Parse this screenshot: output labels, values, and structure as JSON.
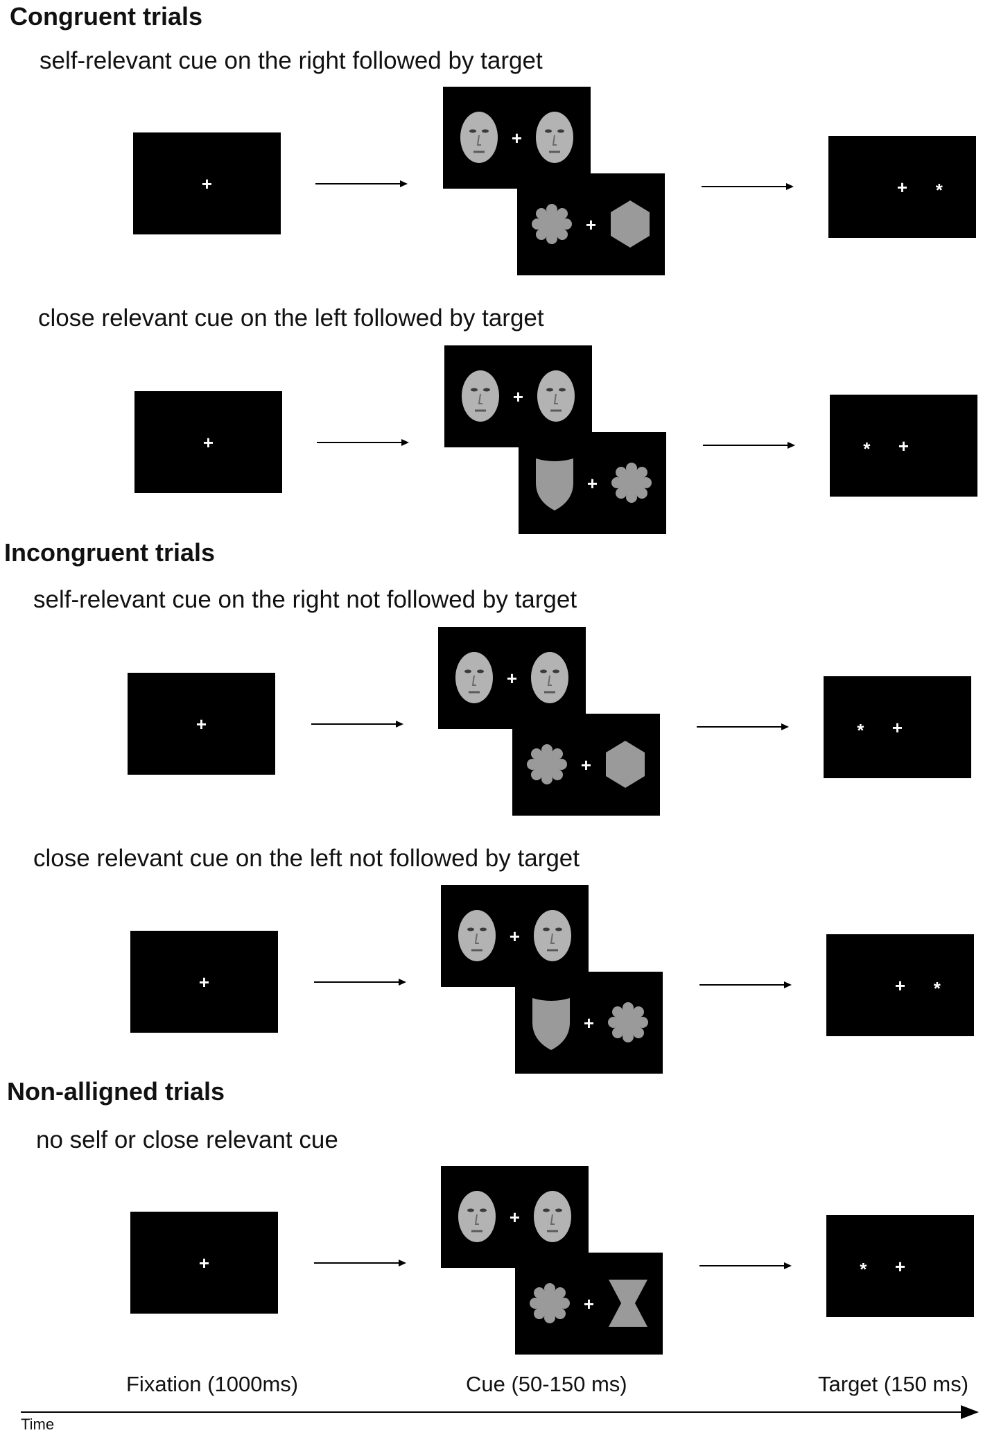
{
  "sections": [
    {
      "heading": "Congruent trials",
      "rows": [
        {
          "subtitle": "self-relevant cue on the right followed by target",
          "shapes": [
            "flower",
            "hexagon"
          ],
          "target": "right"
        },
        {
          "subtitle": "close relevant cue on the left followed by target",
          "shapes": [
            "shield",
            "flower"
          ],
          "target": "left"
        }
      ]
    },
    {
      "heading": "Incongruent trials",
      "rows": [
        {
          "subtitle": "self-relevant cue on the right not followed by target",
          "shapes": [
            "flower",
            "hexagon"
          ],
          "target": "left"
        },
        {
          "subtitle": "close relevant cue on the left not followed by target",
          "shapes": [
            "shield",
            "flower"
          ],
          "target": "right"
        }
      ]
    },
    {
      "heading": "Non-alligned trials",
      "rows": [
        {
          "subtitle": "no self or close relevant cue",
          "shapes": [
            "flower",
            "bowtie"
          ],
          "target": "left"
        }
      ]
    }
  ],
  "symbols": {
    "fixation": "+",
    "target": "*"
  },
  "phases": {
    "fixation": "Fixation (1000ms)",
    "cue": "Cue (50-150 ms)",
    "target": "Target (150 ms)"
  },
  "time_label": "Time",
  "colors": {
    "screen": "#000000",
    "shape": "#9a9a9a",
    "face": "#b3b3b3"
  }
}
